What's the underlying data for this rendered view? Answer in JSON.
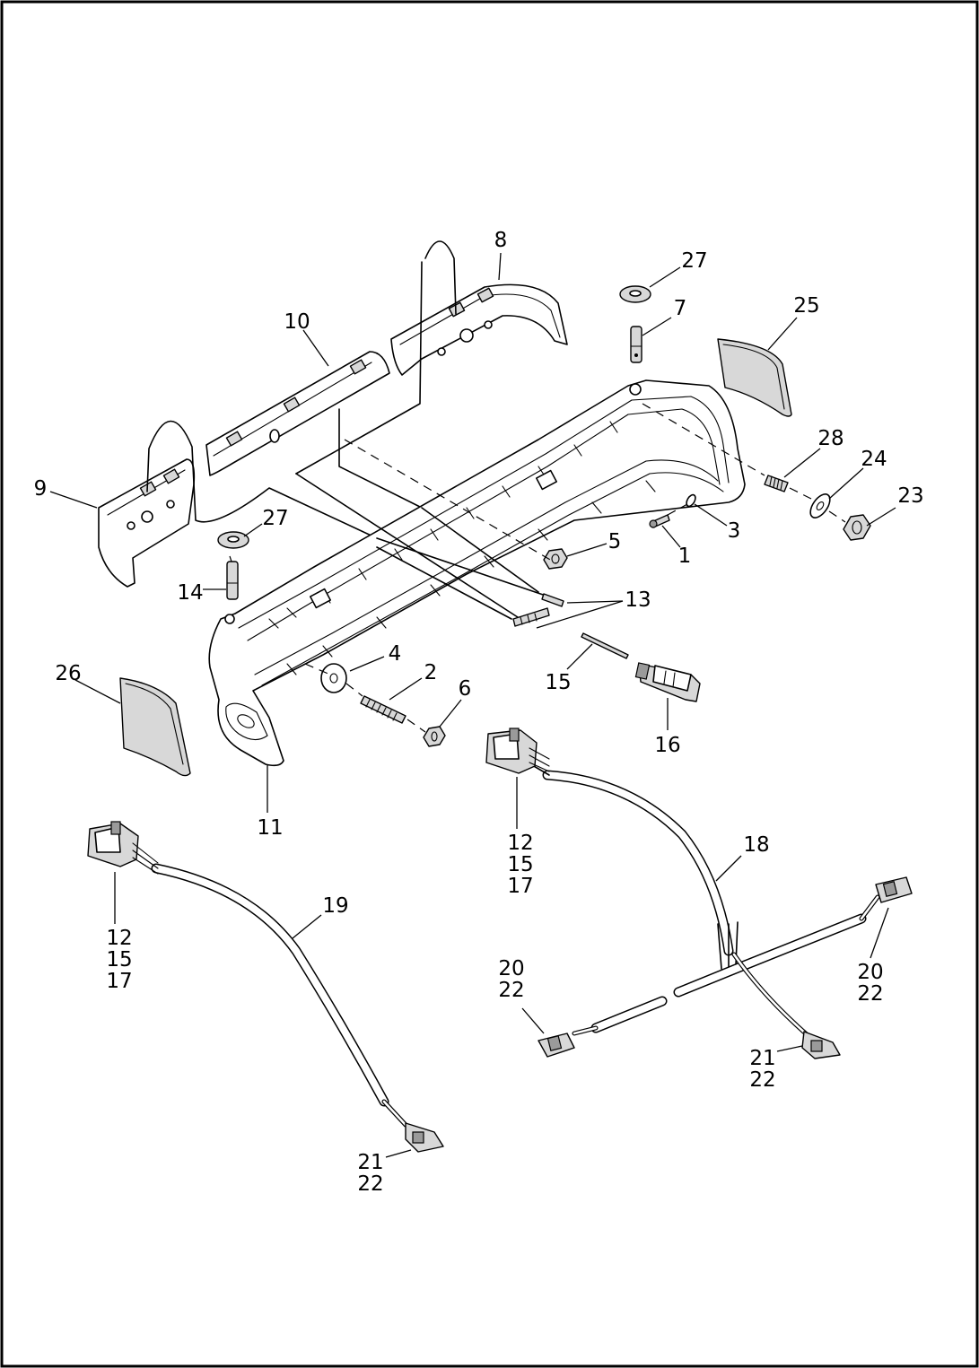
{
  "diagram": {
    "labels": [
      {
        "id": "8",
        "lines": [
          "8"
        ]
      },
      {
        "id": "27a",
        "lines": [
          "27"
        ]
      },
      {
        "id": "7",
        "lines": [
          "7"
        ]
      },
      {
        "id": "25",
        "lines": [
          "25"
        ]
      },
      {
        "id": "10",
        "lines": [
          "10"
        ]
      },
      {
        "id": "9",
        "lines": [
          "9"
        ]
      },
      {
        "id": "27b",
        "lines": [
          "27"
        ]
      },
      {
        "id": "14",
        "lines": [
          "14"
        ]
      },
      {
        "id": "28",
        "lines": [
          "28"
        ]
      },
      {
        "id": "24",
        "lines": [
          "24"
        ]
      },
      {
        "id": "23",
        "lines": [
          "23"
        ]
      },
      {
        "id": "3",
        "lines": [
          "3"
        ]
      },
      {
        "id": "1",
        "lines": [
          "1"
        ]
      },
      {
        "id": "5",
        "lines": [
          "5"
        ]
      },
      {
        "id": "13",
        "lines": [
          "13"
        ]
      },
      {
        "id": "4",
        "lines": [
          "4"
        ]
      },
      {
        "id": "2",
        "lines": [
          "2"
        ]
      },
      {
        "id": "6",
        "lines": [
          "6"
        ]
      },
      {
        "id": "26",
        "lines": [
          "26"
        ]
      },
      {
        "id": "15",
        "lines": [
          "15"
        ]
      },
      {
        "id": "16",
        "lines": [
          "16"
        ]
      },
      {
        "id": "11",
        "lines": [
          "11"
        ]
      },
      {
        "id": "18",
        "lines": [
          "18"
        ]
      },
      {
        "id": "12a",
        "lines": [
          "12",
          "15",
          "17"
        ]
      },
      {
        "id": "12b",
        "lines": [
          "12",
          "15",
          "17"
        ]
      },
      {
        "id": "19",
        "lines": [
          "19"
        ]
      },
      {
        "id": "20a",
        "lines": [
          "20",
          "22"
        ]
      },
      {
        "id": "20b",
        "lines": [
          "20",
          "22"
        ]
      },
      {
        "id": "21a",
        "lines": [
          "21",
          "22"
        ]
      },
      {
        "id": "21b",
        "lines": [
          "21",
          "22"
        ]
      }
    ]
  }
}
